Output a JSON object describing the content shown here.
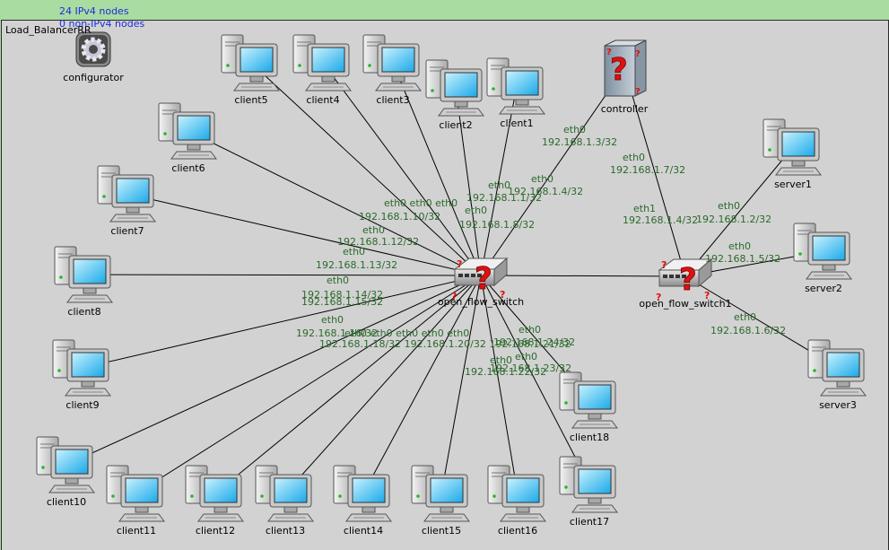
{
  "header": {
    "ipv4_nodes": "24 IPv4 nodes",
    "non_ipv4_nodes": "0 non-IPv4 nodes"
  },
  "network": {
    "title": "Load_BalancerRR"
  },
  "colors": {
    "canvas": "#d2d2d2",
    "topbar": "#a8dca0",
    "link": "#000000",
    "ip_text": "#2a6a2a",
    "stats_text": "#1a2ee0"
  },
  "nodes": [
    {
      "id": "configurator",
      "label": "configurator",
      "icon": "gear-icon"
    },
    {
      "id": "controller",
      "label": "controller",
      "icon": "unknown-device-icon"
    },
    {
      "id": "switch0",
      "label": "open_flow_switch",
      "icon": "switch-icon"
    },
    {
      "id": "switch1",
      "label": "open_flow_switch1",
      "icon": "switch-icon"
    },
    {
      "id": "client1",
      "label": "client1",
      "icon": "computer-icon"
    },
    {
      "id": "client2",
      "label": "client2",
      "icon": "computer-icon"
    },
    {
      "id": "client3",
      "label": "client3",
      "icon": "computer-icon"
    },
    {
      "id": "client4",
      "label": "client4",
      "icon": "computer-icon"
    },
    {
      "id": "client5",
      "label": "client5",
      "icon": "computer-icon"
    },
    {
      "id": "client6",
      "label": "client6",
      "icon": "computer-icon"
    },
    {
      "id": "client7",
      "label": "client7",
      "icon": "computer-icon"
    },
    {
      "id": "client8",
      "label": "client8",
      "icon": "computer-icon"
    },
    {
      "id": "client9",
      "label": "client9",
      "icon": "computer-icon"
    },
    {
      "id": "client10",
      "label": "client10",
      "icon": "computer-icon"
    },
    {
      "id": "client11",
      "label": "client11",
      "icon": "computer-icon"
    },
    {
      "id": "client12",
      "label": "client12",
      "icon": "computer-icon"
    },
    {
      "id": "client13",
      "label": "client13",
      "icon": "computer-icon"
    },
    {
      "id": "client14",
      "label": "client14",
      "icon": "computer-icon"
    },
    {
      "id": "client15",
      "label": "client15",
      "icon": "computer-icon"
    },
    {
      "id": "client16",
      "label": "client16",
      "icon": "computer-icon"
    },
    {
      "id": "client17",
      "label": "client17",
      "icon": "computer-icon"
    },
    {
      "id": "client18",
      "label": "client18",
      "icon": "computer-icon"
    },
    {
      "id": "server1",
      "label": "server1",
      "icon": "computer-icon"
    },
    {
      "id": "server2",
      "label": "server2",
      "icon": "computer-icon"
    },
    {
      "id": "server3",
      "label": "server3",
      "icon": "computer-icon"
    }
  ],
  "links": [
    {
      "from": "client1",
      "to": "switch0"
    },
    {
      "from": "client2",
      "to": "switch0"
    },
    {
      "from": "client3",
      "to": "switch0"
    },
    {
      "from": "client4",
      "to": "switch0"
    },
    {
      "from": "client5",
      "to": "switch0"
    },
    {
      "from": "client6",
      "to": "switch0"
    },
    {
      "from": "client7",
      "to": "switch0"
    },
    {
      "from": "client8",
      "to": "switch0"
    },
    {
      "from": "client9",
      "to": "switch0"
    },
    {
      "from": "client10",
      "to": "switch0"
    },
    {
      "from": "client11",
      "to": "switch0"
    },
    {
      "from": "client12",
      "to": "switch0"
    },
    {
      "from": "client13",
      "to": "switch0"
    },
    {
      "from": "client14",
      "to": "switch0"
    },
    {
      "from": "client15",
      "to": "switch0"
    },
    {
      "from": "client16",
      "to": "switch0"
    },
    {
      "from": "client17",
      "to": "switch0"
    },
    {
      "from": "client18",
      "to": "switch0"
    },
    {
      "from": "controller",
      "to": "switch0"
    },
    {
      "from": "switch0",
      "to": "switch1"
    },
    {
      "from": "controller",
      "to": "switch1"
    },
    {
      "from": "server1",
      "to": "switch1"
    },
    {
      "from": "server2",
      "to": "switch1"
    },
    {
      "from": "server3",
      "to": "switch1"
    }
  ],
  "ip_labels": [
    {
      "text": "eth0"
    },
    {
      "text": "192.168.1.3/32"
    },
    {
      "text": "eth0"
    },
    {
      "text": "192.168.1.4/32"
    },
    {
      "text": "eth0"
    },
    {
      "text": "192.168.1.7/32"
    },
    {
      "text": "eth1"
    },
    {
      "text": "192.168.1.4/32"
    },
    {
      "text": "eth0"
    },
    {
      "text": "192.168.1.2/32"
    },
    {
      "text": "eth0"
    },
    {
      "text": "192.168.1.5/32"
    },
    {
      "text": "eth0"
    },
    {
      "text": "192.168.1.6/32"
    },
    {
      "text": "eth0"
    },
    {
      "text": "192.168.1.1/32"
    },
    {
      "text": "eth0"
    },
    {
      "text": "192.168.1.8/32"
    },
    {
      "text": "eth0 eth0 eth0"
    },
    {
      "text": "192.168.1.10/32"
    },
    {
      "text": "eth0"
    },
    {
      "text": "192.168.1.12/32"
    },
    {
      "text": "eth0"
    },
    {
      "text": "192.168.1.13/32"
    },
    {
      "text": "eth0"
    },
    {
      "text": "192.168.1.14/32"
    },
    {
      "text": "192.168.1.15/32"
    },
    {
      "text": "eth0"
    },
    {
      "text": "192.168.1.16/32"
    },
    {
      "text": "eth0 eth0 eth0 eth0 eth0"
    },
    {
      "text": "192.168.1.18/32 192.168.1.20/32 192.168.1.21/32"
    },
    {
      "text": "eth0"
    },
    {
      "text": "192.168.1.24/32"
    },
    {
      "text": "eth0"
    },
    {
      "text": "eth0"
    },
    {
      "text": "192.168.1.23/32"
    },
    {
      "text": "192.168.1.22/32"
    }
  ]
}
